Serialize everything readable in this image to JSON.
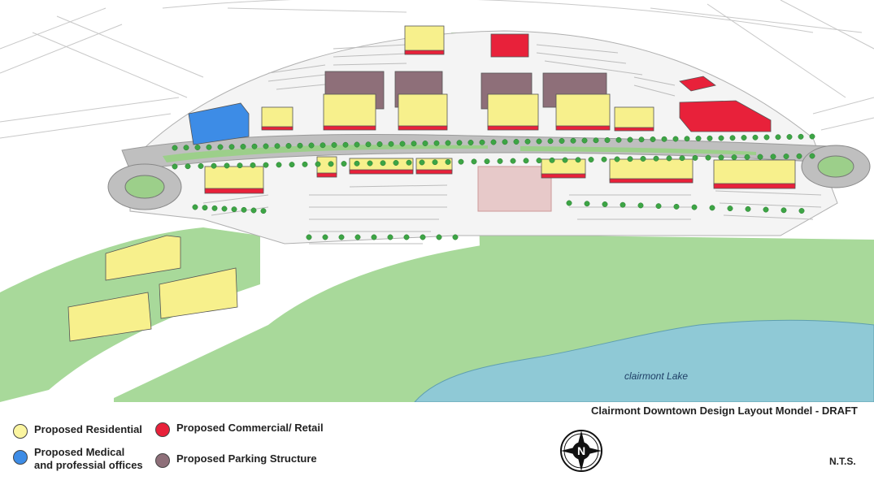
{
  "map": {
    "title": "Clairmont Downtown Design Layout Mondel - DRAFT",
    "scale_note": "N.T.S.",
    "lake_label": "clairmont Lake",
    "compass_letter": "N"
  },
  "legend": [
    {
      "key": "residential",
      "label": "Proposed Residential",
      "color": "#fbf5a0"
    },
    {
      "key": "commercial",
      "label": "Proposed Commercial/ Retail",
      "color": "#e8213a"
    },
    {
      "key": "medical",
      "label": "Proposed Medical\nand professial offices",
      "color": "#3d8ce6"
    },
    {
      "key": "parking",
      "label": "Proposed Parking Structure",
      "color": "#8e6f79"
    }
  ],
  "colors": {
    "residential": "#f7f08c",
    "residential_side": "#d8cf63",
    "commercial": "#e8213a",
    "medical": "#3d8ce6",
    "parking": "#8e6f79",
    "grass": "#a8d99a",
    "lake": "#8fc9d6",
    "road": "#bfbfbf",
    "tree": "#3da545"
  }
}
